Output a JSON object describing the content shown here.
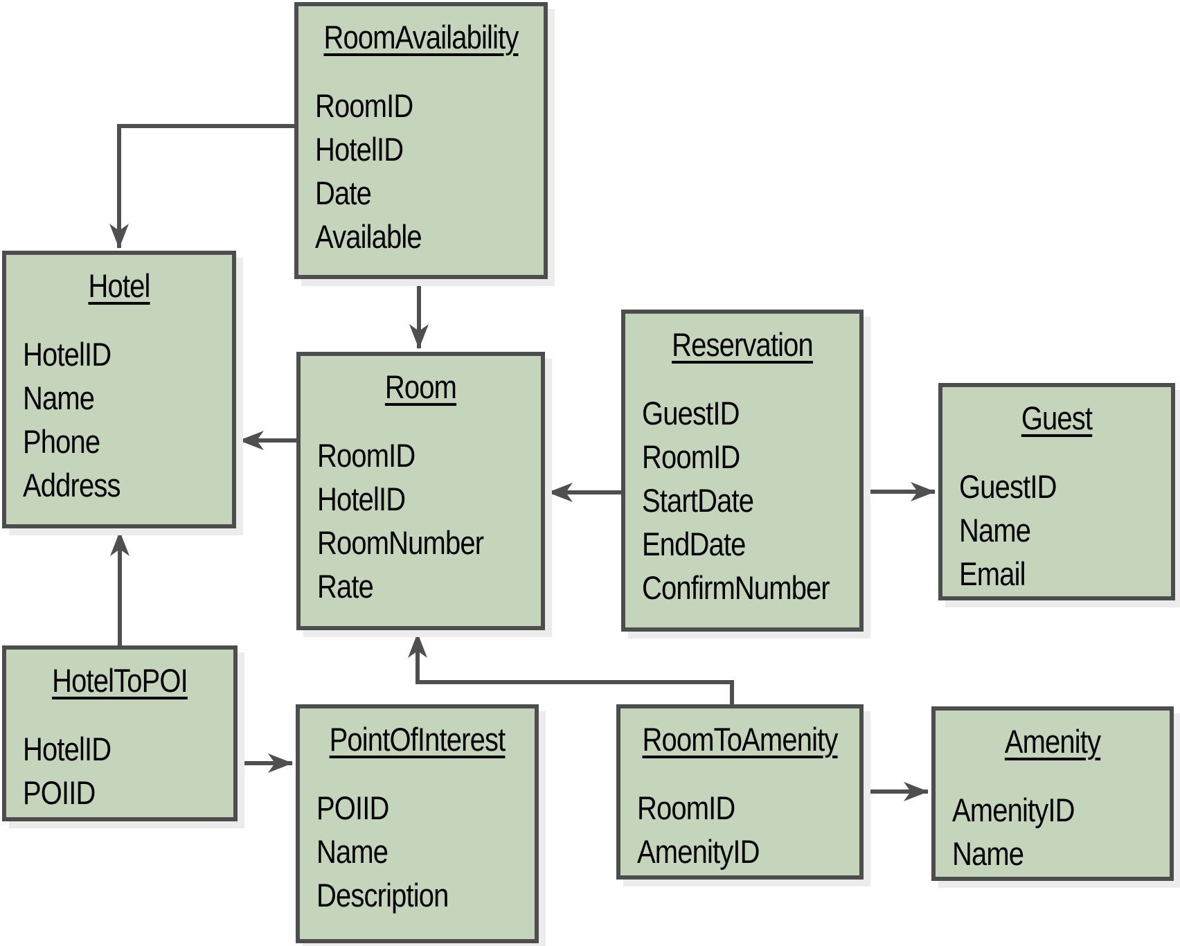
{
  "colors": {
    "background": "#ffffff",
    "entity_fill": "#c4d5bc",
    "entity_border": "#4d4d4d",
    "connector": "#4f4f4f",
    "shadow": "#ececec",
    "text": "#000000"
  },
  "entities": {
    "room_availability": {
      "title": "RoomAvailability",
      "fields": [
        "RoomID",
        "HotelID",
        "Date",
        "Available"
      ]
    },
    "hotel": {
      "title": "Hotel",
      "fields": [
        "HotelID",
        "Name",
        "Phone",
        "Address"
      ]
    },
    "room": {
      "title": "Room",
      "fields": [
        "RoomID",
        "HotelID",
        "RoomNumber",
        "Rate"
      ]
    },
    "reservation": {
      "title": "Reservation",
      "fields": [
        "GuestID",
        "RoomID",
        "StartDate",
        "EndDate",
        "ConfirmNumber"
      ]
    },
    "guest": {
      "title": "Guest",
      "fields": [
        "GuestID",
        "Name",
        "Email"
      ]
    },
    "hotel_to_poi": {
      "title": "HotelToPOI",
      "fields": [
        "HotelID",
        "POIID"
      ]
    },
    "point_of_interest": {
      "title": "PointOfInterest",
      "fields": [
        "POIID",
        "Name",
        "Description"
      ]
    },
    "room_to_amenity": {
      "title": "RoomToAmenity",
      "fields": [
        "RoomID",
        "AmenityID"
      ]
    },
    "amenity": {
      "title": "Amenity",
      "fields": [
        "AmenityID",
        "Name"
      ]
    }
  },
  "relationships": [
    {
      "from": "RoomAvailability",
      "to": "Hotel"
    },
    {
      "from": "RoomAvailability",
      "to": "Room"
    },
    {
      "from": "Room",
      "to": "Hotel"
    },
    {
      "from": "Reservation",
      "to": "Room"
    },
    {
      "from": "Reservation",
      "to": "Guest"
    },
    {
      "from": "HotelToPOI",
      "to": "Hotel"
    },
    {
      "from": "HotelToPOI",
      "to": "PointOfInterest"
    },
    {
      "from": "RoomToAmenity",
      "to": "Room"
    },
    {
      "from": "RoomToAmenity",
      "to": "Amenity"
    }
  ]
}
